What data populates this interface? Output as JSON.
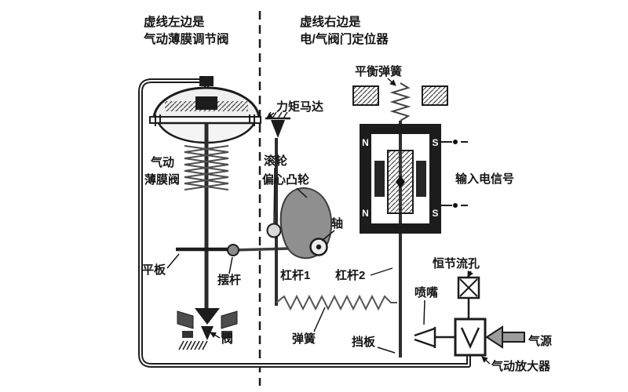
{
  "diagram": {
    "titles": {
      "left_line1": "虚线左边是",
      "left_line2": "气动薄膜调节阀",
      "right_line1": "虚线右边是",
      "right_line2": "电/气阀门定位器"
    },
    "labels": {
      "balance_spring": "平衡弹簧",
      "torque_motor": "力矩马达",
      "roller": "滚轮",
      "eccentric_cam": "偏心凸轮",
      "shaft": "轴",
      "input_signal": "输入电信号",
      "diaphragm_valve_line1": "气动",
      "diaphragm_valve_line2": "薄膜阀",
      "flat_plate": "平板",
      "swing_rod": "摆杆",
      "lever1": "杠杆1",
      "lever2": "杠杆2",
      "constant_orifice": "恒节流孔",
      "nozzle": "喷嘴",
      "spring": "弹簧",
      "baffle": "挡板",
      "valve": "阀",
      "air_source": "气源",
      "pneumatic_amplifier": "气动放大器"
    },
    "magnets": {
      "top_left": "N",
      "bottom_left": "N",
      "top_right": "S",
      "bottom_right": "S"
    }
  },
  "colors": {
    "background": "#ffffff",
    "ink": "#1c1c1c",
    "cam_gray": "#8f8f8f",
    "metal_gray": "#9c9c9c"
  }
}
